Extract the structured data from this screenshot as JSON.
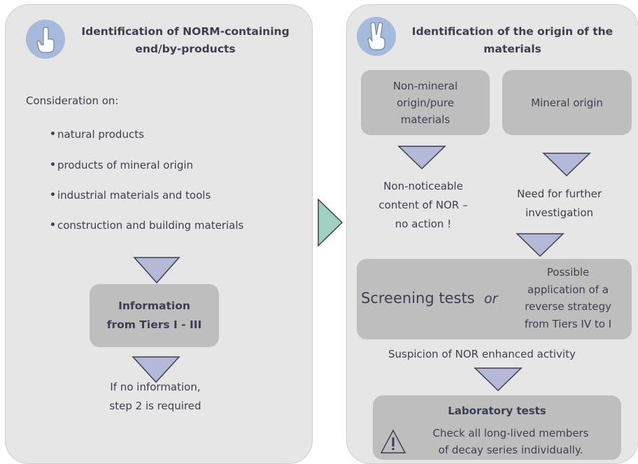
{
  "step1": {
    "icon": "one-finger-hand-icon",
    "title_line1": "Identification of NORM-containing",
    "title_line2": "end/by-products",
    "consideration": "Consideration on:",
    "items": [
      "natural products",
      "products of mineral origin",
      "industrial materials and tools",
      "construction and building materials"
    ],
    "info_box_line1": "Information",
    "info_box_line2": "from Tiers I - III",
    "note_line1": "If no information,",
    "note_line2": "step 2 is required"
  },
  "step2": {
    "icon": "two-finger-hand-icon",
    "title_line1": "Identification of the origin of the",
    "title_line2": "materials",
    "nonmineral_box": [
      "Non-mineral",
      "origin/pure",
      "materials"
    ],
    "mineral_box": "Mineral origin",
    "no_action": [
      "Non-noticeable",
      "content of NOR –",
      "no action !"
    ],
    "further": [
      "Need for further",
      "investigation"
    ],
    "screening": "Screening tests",
    "or": "or",
    "reverse": [
      "Possible",
      "application of a",
      "reverse strategy",
      "from Tiers IV to I"
    ],
    "suspicion": "Suspicion of NOR enhanced activity",
    "lab_title": "Laboratory tests",
    "lab_text": [
      "Check all long-lived members",
      "of decay series individually."
    ],
    "warning_icon": "warning-triangle-icon"
  },
  "connector_icon": "right-arrow-triangle-icon",
  "colors": {
    "panel": "#e6e6e6",
    "box": "#bebebe",
    "arrow_fill": "#b3b9d6",
    "arrow_stroke": "#3c3f52",
    "icon_circle": "#a6bbdc",
    "connector": "#9fd1c2"
  }
}
